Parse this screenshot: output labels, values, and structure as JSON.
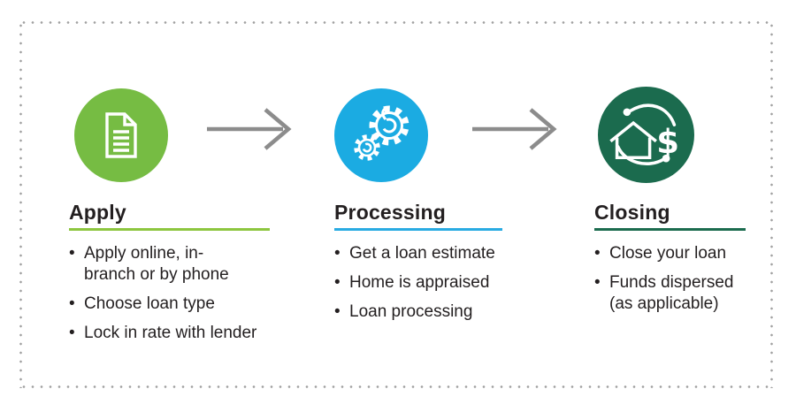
{
  "ui": {
    "bullet_char": "•"
  },
  "text_color": "#231f20",
  "frame": {
    "dot_color": "#a0a0a0"
  },
  "arrow": {
    "color": "#8c8c8c"
  },
  "steps": [
    {
      "title": "Apply",
      "icon": "document-icon",
      "colors": {
        "circle": "#76bc43",
        "rule": "#8dc63f"
      },
      "bullets": [
        {
          "lines": [
            "Apply online, in-",
            "branch or by phone"
          ]
        },
        {
          "lines": [
            "Choose loan type"
          ]
        },
        {
          "lines": [
            "Lock in rate with lender"
          ]
        }
      ]
    },
    {
      "title": "Processing",
      "icon": "gears-icon",
      "colors": {
        "circle": "#1babe2",
        "rule": "#29abe2"
      },
      "bullets": [
        {
          "lines": [
            "Get a loan estimate"
          ]
        },
        {
          "lines": [
            "Home is appraised"
          ]
        },
        {
          "lines": [
            "Loan processing"
          ]
        }
      ]
    },
    {
      "title": "Closing",
      "icon": "house-dollar-icon",
      "colors": {
        "circle": "#1b6b4e",
        "rule": "#1b6b4e"
      },
      "bullets": [
        {
          "lines": [
            "Close your loan"
          ]
        },
        {
          "lines": [
            "Funds dispersed",
            "(as applicable)"
          ]
        }
      ]
    }
  ]
}
